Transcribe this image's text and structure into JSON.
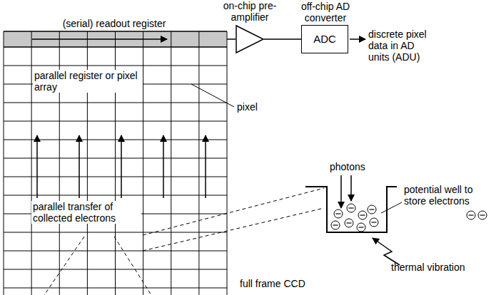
{
  "diagram": {
    "nodes": [
      {
        "text": [
          "(serial) readout register"
        ]
      },
      {
        "text": [
          "on-chip pre-amplifier"
        ]
      },
      {
        "text": [
          "off-chip AD converter",
          "ADC"
        ]
      }
    ],
    "edges": [
      {
        "from": 0,
        "to": 1,
        "arrow": "none"
      },
      {
        "from": 1,
        "to": 2,
        "arrow": "none"
      }
    ],
    "labels": [
      "discrete pixel data in AD units (ADU)",
      "parallel register or pixel array",
      "pixel",
      "parallel transfer of collected electrons",
      "full frame CCD",
      "photons",
      "potential well to store electrons",
      "thermal vibration"
    ]
  }
}
